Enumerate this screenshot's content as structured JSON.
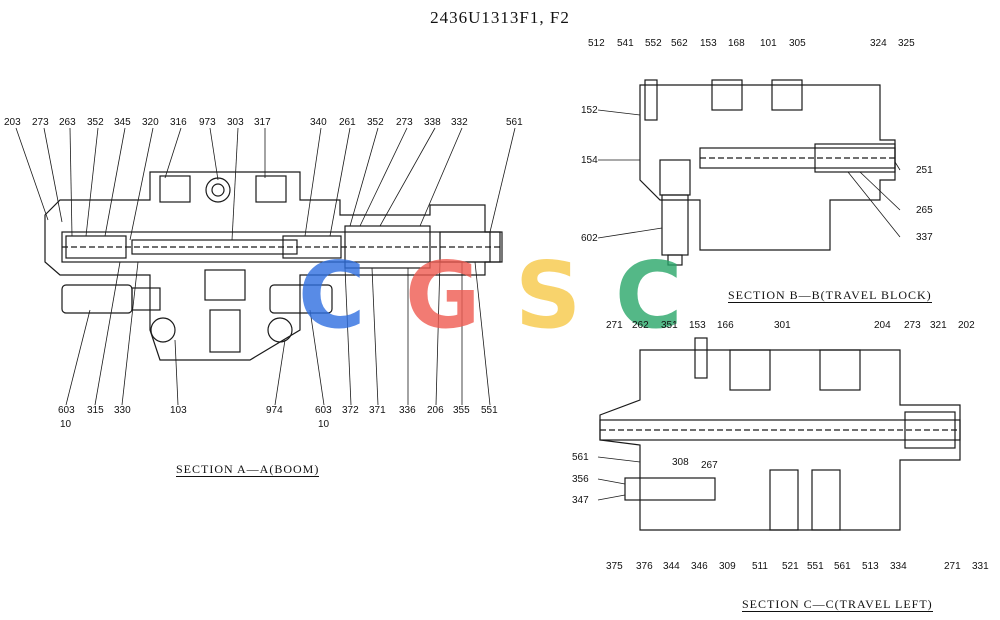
{
  "title": "2436U1313F1, F2",
  "watermark": {
    "letters": [
      {
        "text": "C",
        "color": "#2f6fe0"
      },
      {
        "text": "G",
        "color": "#ef5b51"
      },
      {
        "text": "S",
        "color": "#f7c948"
      },
      {
        "text": "C",
        "color": "#2aa76a"
      }
    ]
  },
  "sections": {
    "a": "SECTION  A—A(BOOM)",
    "b": "SECTION  B—B(TRAVEL BLOCK)",
    "c": "SECTION  C—C(TRAVEL LEFT)"
  },
  "labels": {
    "a_top": [
      "203",
      "273",
      "263",
      "352",
      "345",
      "320",
      "316",
      "973",
      "303",
      "317",
      "340",
      "261",
      "352",
      "273",
      "338",
      "332",
      "561"
    ],
    "a_bottom": [
      "603",
      "10",
      "315",
      "330",
      "103",
      "974",
      "603",
      "10",
      "372",
      "371",
      "336",
      "206",
      "355",
      "551"
    ],
    "b_top": [
      "512",
      "541",
      "552",
      "562",
      "153",
      "168",
      "101",
      "305",
      "324",
      "325"
    ],
    "b_left": [
      "152",
      "154",
      "602"
    ],
    "b_right": [
      "251",
      "265",
      "337"
    ],
    "c_top": [
      "271",
      "262",
      "351",
      "153",
      "166",
      "301",
      "204",
      "273",
      "321",
      "202"
    ],
    "c_left": [
      "561",
      "356",
      "347"
    ],
    "c_mid": [
      "308",
      "267"
    ],
    "c_bottom": [
      "375",
      "376",
      "344",
      "346",
      "309",
      "511",
      "521",
      "551",
      "561",
      "513",
      "334",
      "271",
      "331"
    ]
  }
}
